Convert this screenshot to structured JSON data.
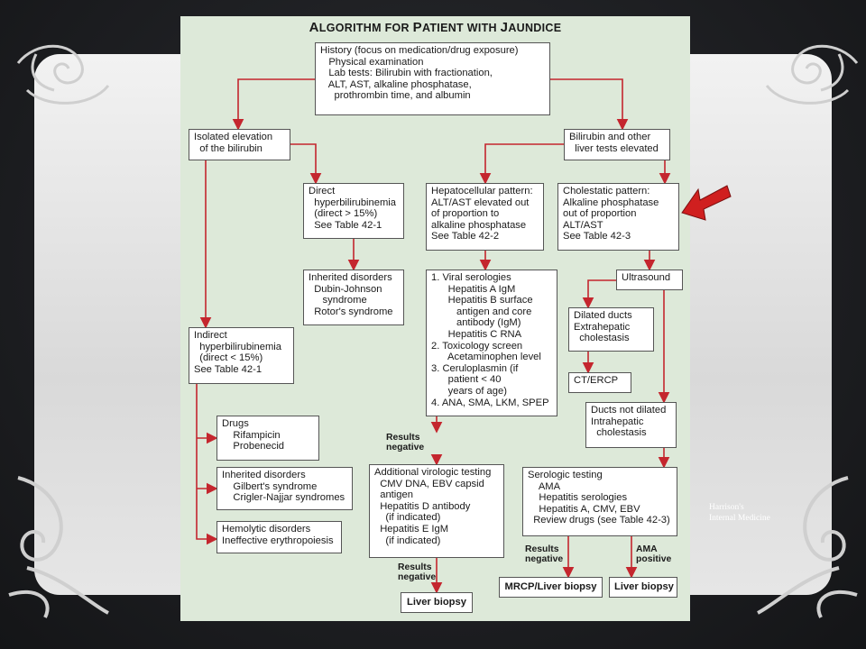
{
  "figure": {
    "title_first_letters": [
      "A",
      "P",
      "J"
    ],
    "title_words": [
      "LGORITHM FOR ",
      "ATIENT WITH ",
      "AUNDICE"
    ],
    "boxes": {
      "history": [
        "History (focus on medication/drug exposure)",
        "   Physical examination",
        "   Lab tests: Bilirubin with fractionation,",
        "   ALT, AST, alkaline phosphatase,",
        "     prothrombin time, and albumin"
      ],
      "isolated": [
        "Isolated elevation",
        "  of the bilirubin"
      ],
      "bili_other": [
        "Bilirubin and other",
        "  liver tests elevated"
      ],
      "direct": [
        "Direct",
        "  hyperbilirubinemia",
        "  (direct > 15%)",
        "  See Table 42-1"
      ],
      "hepatocellular": [
        "Hepatocellular pattern:",
        "ALT/AST elevated out",
        "of proportion to",
        "alkaline phosphatase",
        "See Table 42-2"
      ],
      "cholestatic": [
        "Cholestatic pattern:",
        "Alkaline phosphatase",
        "out of proportion",
        "ALT/AST",
        "See Table 42-3"
      ],
      "inherited1": [
        "Inherited disorders",
        "  Dubin-Johnson",
        "     syndrome",
        "  Rotor's syndrome"
      ],
      "viral": [
        "1. Viral serologies",
        "      Hepatitis A IgM",
        "      Hepatitis B surface",
        "         antigen and core",
        "         antibody (IgM)",
        "      Hepatitis C RNA",
        "2. Toxicology screen",
        "      Acetaminophen level",
        "3. Ceruloplasmin (if",
        "      patient < 40",
        "      years of age)",
        "4. ANA, SMA, LKM, SPEP"
      ],
      "ultrasound": [
        "Ultrasound"
      ],
      "dilated": [
        "Dilated ducts",
        "Extrahepatic",
        "  cholestasis"
      ],
      "cterp": [
        "CT/ERCP"
      ],
      "indirect": [
        "Indirect",
        "  hyperbilirubinemia",
        "  (direct < 15%)",
        "See Table 42-1"
      ],
      "not_dilated": [
        "Ducts not dilated",
        "Intrahepatic",
        "  cholestasis"
      ],
      "drugs": [
        "Drugs",
        "    Rifampicin",
        "    Probenecid"
      ],
      "inherited2": [
        "Inherited disorders",
        "    Gilbert's syndrome",
        "    Crigler-Najjar syndromes"
      ],
      "hemolytic": [
        "Hemolytic disorders",
        "Ineffective erythropoiesis"
      ],
      "virologic": [
        "Additional virologic testing",
        "  CMV DNA, EBV capsid",
        "  antigen",
        "  Hepatitis D antibody",
        "    (if indicated)",
        "  Hepatitis E IgM",
        "    (if indicated)"
      ],
      "serologic": [
        "Serologic testing",
        "    AMA",
        "    Hepatitis serologies",
        "    Hepatitis A, CMV, EBV",
        "  Review drugs (see Table 42-3)"
      ],
      "liver_biopsy": [
        "Liver biopsy"
      ],
      "mrcp": [
        "MRCP/Liver biopsy"
      ],
      "liver_biopsy2": [
        "Liver biopsy"
      ]
    },
    "labels": {
      "results_neg1": "Results\nnegative",
      "results_neg2": "Results\nnegative",
      "results_neg3": "Results\nnegative",
      "ama_positive": "AMA\npositive"
    },
    "arrow_color": "#c4262e"
  },
  "source_note": [
    "Harrison's",
    "Internal Medicine"
  ],
  "pointer_arrow_color": "#d01f1f"
}
